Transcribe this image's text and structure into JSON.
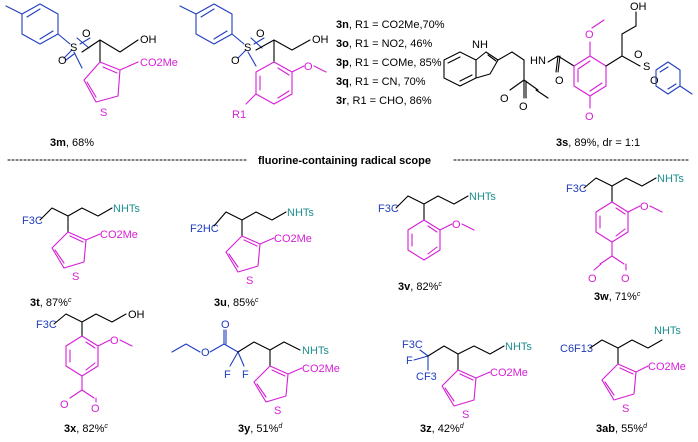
{
  "header_title": "fluorine-containing radical scope",
  "atoms": {
    "oh": "OH",
    "s": "S",
    "o": "O",
    "co2me": "CO2Me",
    "nhts": "NHTs",
    "f3c": "F3C",
    "f2hc": "F2HC",
    "f": "F",
    "cf3": "CF3",
    "c6f13": "C6F13",
    "nh": "NH",
    "hn": "HN",
    "h": "H",
    "r1": "R1"
  },
  "r_substituents": [
    {
      "code": "3n",
      "text": "R1 = CO2Me,70%"
    },
    {
      "code": "3o",
      "text": "R1 = NO2, 46%"
    },
    {
      "code": "3p",
      "text": "R1 = COMe, 85%"
    },
    {
      "code": "3q",
      "text": "R1 = CN, 70%"
    },
    {
      "code": "3r",
      "text": "R1 = CHO, 86%"
    }
  ],
  "compounds": [
    {
      "code": "3m",
      "yield": "68%",
      "note": ""
    },
    {
      "code": "3s",
      "yield": "89%, dr = 1:1",
      "note": ""
    },
    {
      "code": "3t",
      "yield": "87%",
      "note": "c"
    },
    {
      "code": "3u",
      "yield": "85%",
      "note": "c"
    },
    {
      "code": "3v",
      "yield": "82%",
      "note": "c"
    },
    {
      "code": "3w",
      "yield": "71%",
      "note": "c"
    },
    {
      "code": "3x",
      "yield": "82%",
      "note": "c"
    },
    {
      "code": "3y",
      "yield": "51%",
      "note": "d"
    },
    {
      "code": "3z",
      "yield": "42%",
      "note": "d"
    },
    {
      "code": "3ab",
      "yield": "55%",
      "note": "d"
    }
  ],
  "colors": {
    "tosyl": "#1f3dbf",
    "aryl": "#d61fd6",
    "nhts": "#1f8f8f",
    "fluoro": "#1f3dbf"
  }
}
